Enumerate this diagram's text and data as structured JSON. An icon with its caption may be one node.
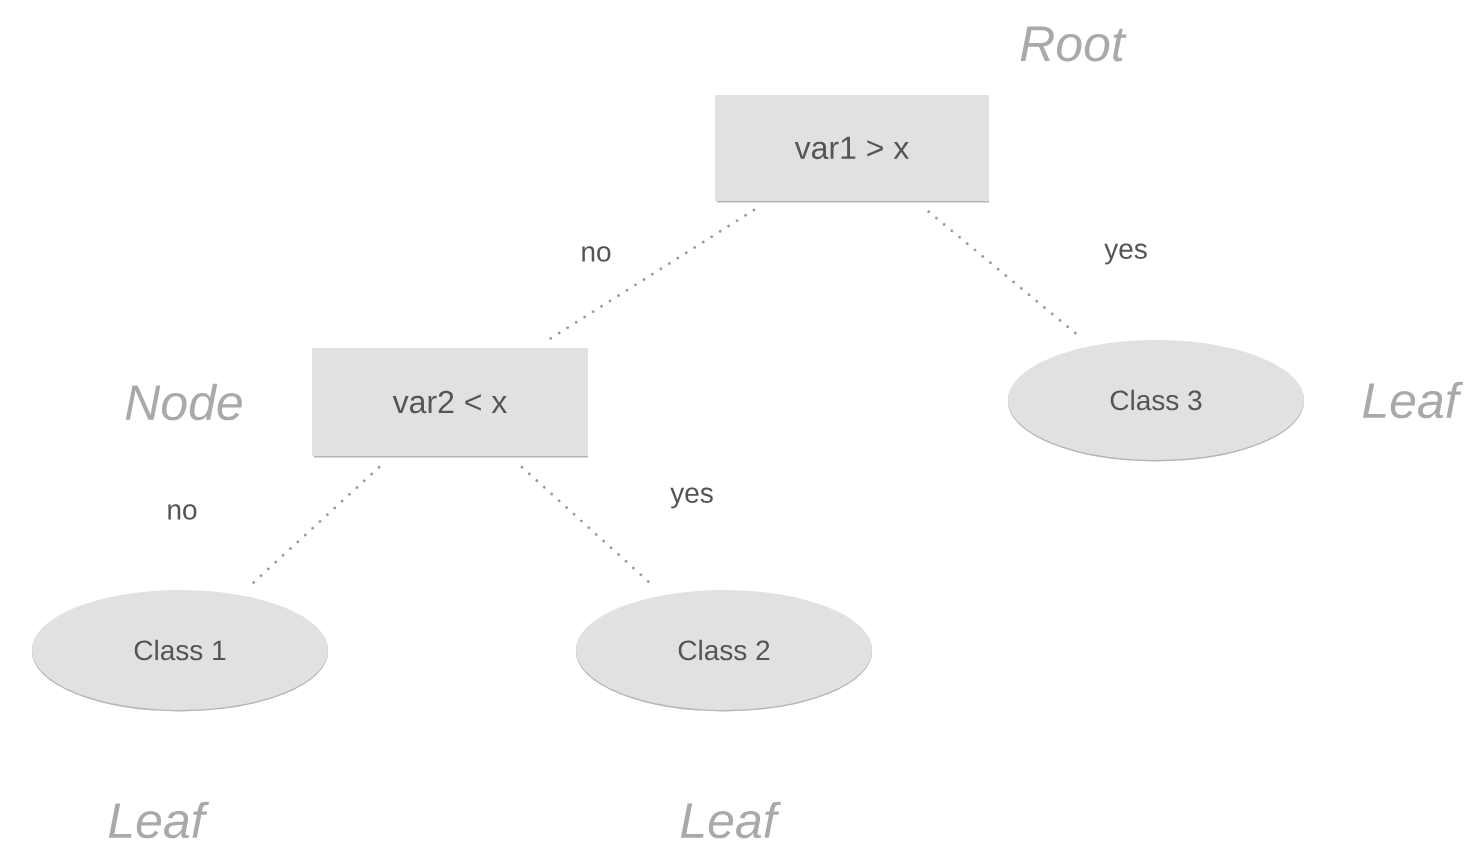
{
  "diagram": {
    "nodes": [
      {
        "text": [
          "var1 > x"
        ],
        "beside": [
          "Root"
        ]
      },
      {
        "text": [
          "var2 < x"
        ],
        "beside": [
          "Node"
        ]
      },
      {
        "text": [
          "Class 3"
        ],
        "beside": [
          "Leaf"
        ]
      },
      {
        "text": [
          "Class 1"
        ],
        "beside": [
          "Leaf"
        ]
      },
      {
        "text": [
          "Class 2"
        ],
        "beside": [
          "Leaf"
        ]
      }
    ],
    "edges": [
      {
        "from": 0,
        "to": 1,
        "arrow": "none",
        "label": "no"
      },
      {
        "from": 0,
        "to": 2,
        "arrow": "none",
        "label": "yes"
      },
      {
        "from": 1,
        "to": 3,
        "arrow": "none",
        "label": "no"
      },
      {
        "from": 1,
        "to": 4,
        "arrow": "none",
        "label": "yes"
      }
    ]
  }
}
